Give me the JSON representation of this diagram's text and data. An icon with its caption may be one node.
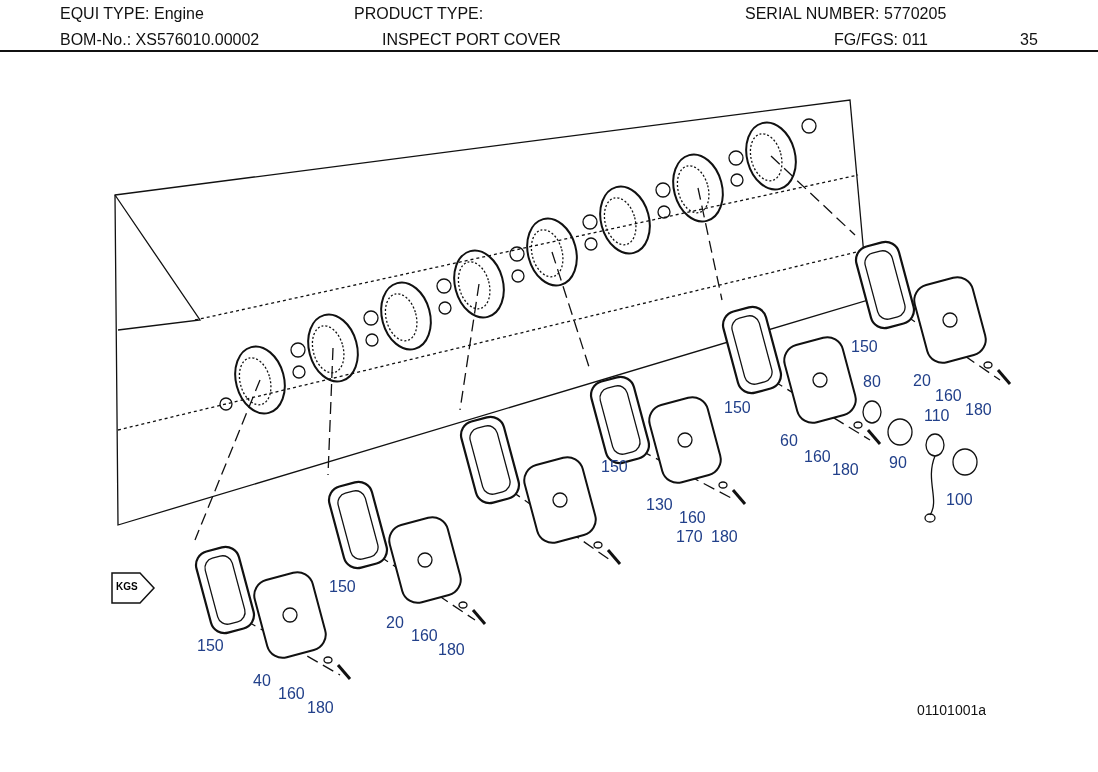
{
  "diagram": {
    "labels": [
      "EQUI TYPE: Engine",
      "PRODUCT TYPE:",
      "SERIAL NUMBER: 5770205",
      "BOM-No.: XS576010.00002",
      "INSPECT PORT COVER",
      "FG/FGS: 011",
      "35",
      "150",
      "80",
      "20",
      "150",
      "160",
      "110",
      "180",
      "60",
      "150",
      "160",
      "180",
      "90",
      "130",
      "100",
      "160",
      "170",
      "180",
      "KGS",
      "150",
      "20",
      "160",
      "150",
      "180",
      "40",
      "160",
      "180",
      "01101001a"
    ]
  }
}
